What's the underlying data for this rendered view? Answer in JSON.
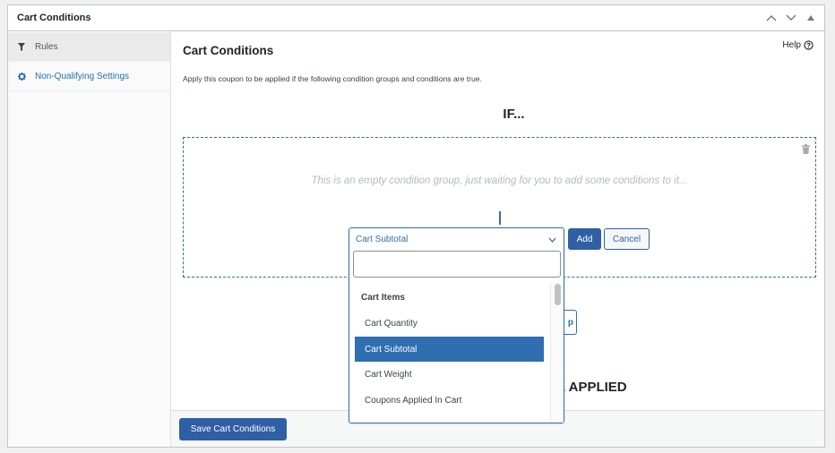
{
  "postbox": {
    "title": "Cart Conditions",
    "actions": [
      "move-up",
      "move-down",
      "toggle-panel"
    ]
  },
  "sidebar": {
    "tabs": [
      {
        "label": "Rules",
        "icon": "filter-icon",
        "active": true
      },
      {
        "label": "Non-Qualifying Settings",
        "icon": "gear-icon",
        "active": false
      }
    ]
  },
  "panel": {
    "title": "Cart Conditions",
    "help_label": "Help",
    "description": "Apply this coupon to be applied if the following condition groups and conditions are true.",
    "if_label": "IF...",
    "applied_label_partial": "E APPLIED",
    "hidden_button_partial": "p"
  },
  "condition_group": {
    "empty_message": "This is an empty condition group, just waiting for you to add some conditions to it...",
    "add_label": "Add",
    "cancel_label": "Cancel"
  },
  "condition_select": {
    "selected_value": "Cart Subtotal",
    "search_value": "",
    "groups": [
      {
        "label": "Cart Items",
        "options": [
          {
            "label": "Cart Quantity",
            "selected": false
          },
          {
            "label": "Cart Subtotal",
            "selected": true
          },
          {
            "label": "Cart Weight",
            "selected": false
          },
          {
            "label": "Coupons Applied In Cart",
            "selected": false
          }
        ]
      }
    ]
  },
  "footer": {
    "save_label": "Save Cart Conditions"
  },
  "colors": {
    "primary": "#2f5fa5",
    "link": "#2271b1",
    "selected_option": "#2f6eb0",
    "dashed_border": "#2f70a8"
  }
}
